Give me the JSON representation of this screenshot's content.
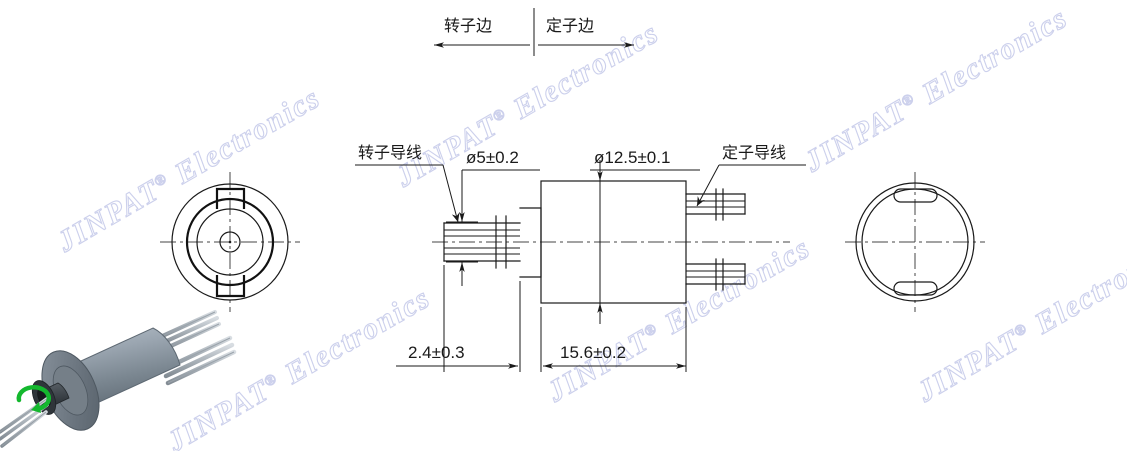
{
  "document": {
    "type": "engineering-drawing",
    "subject": "capsule slip ring outline dimension drawing",
    "background_color": "#ffffff",
    "line_color": "#1a1a1a"
  },
  "watermark": {
    "text": "JINPAT Electronics",
    "registered_mark": "®",
    "brand": "JINPAT",
    "suffix": "Electronics",
    "color": "#ccd0ec",
    "angle_deg": -30
  },
  "header": {
    "rotor_side_label": "转子边",
    "stator_side_label": "定子边",
    "rotor_arrow": "left-arrow",
    "stator_arrow": "right-arrow",
    "divider": "vertical-separator"
  },
  "callouts": {
    "rotor_lead": "转子导线",
    "stator_lead": "定子导线"
  },
  "dimensions": {
    "rotor_shaft_diameter": "ø5±0.2",
    "body_diameter": "ø12.5±0.1",
    "rotor_length": "2.4±0.3",
    "body_length": "15.6±0.2"
  },
  "views": {
    "left_end_view": {
      "name": "rotor-end-view",
      "features": [
        "outer-circle",
        "thick-mid-circle",
        "inner-circle",
        "hub-circle",
        "center-dot",
        "top-notch",
        "bottom-notch",
        "crosshair-centerlines"
      ]
    },
    "main_section_view": {
      "name": "side-section-view",
      "features": [
        "rotor-wire-bundle",
        "break-symbol",
        "shaft-step",
        "body-rectangle",
        "stator-wire-bundle-upper",
        "stator-wire-bundle-lower",
        "horizontal-centerline"
      ]
    },
    "right_end_view": {
      "name": "stator-end-view",
      "features": [
        "outer-circle",
        "inner-circle",
        "top-slot",
        "bottom-slot",
        "crosshair-centerlines"
      ]
    },
    "product_render": {
      "name": "3d-product-render",
      "body_color": "#8a97a3",
      "hub_color": "#4a5056",
      "wire_color": "#b9c0c6",
      "rotation_arrow_color": "#14b82e",
      "description": "3D isometric render of capsule slip ring with rotor wires and rotation arrow"
    }
  }
}
